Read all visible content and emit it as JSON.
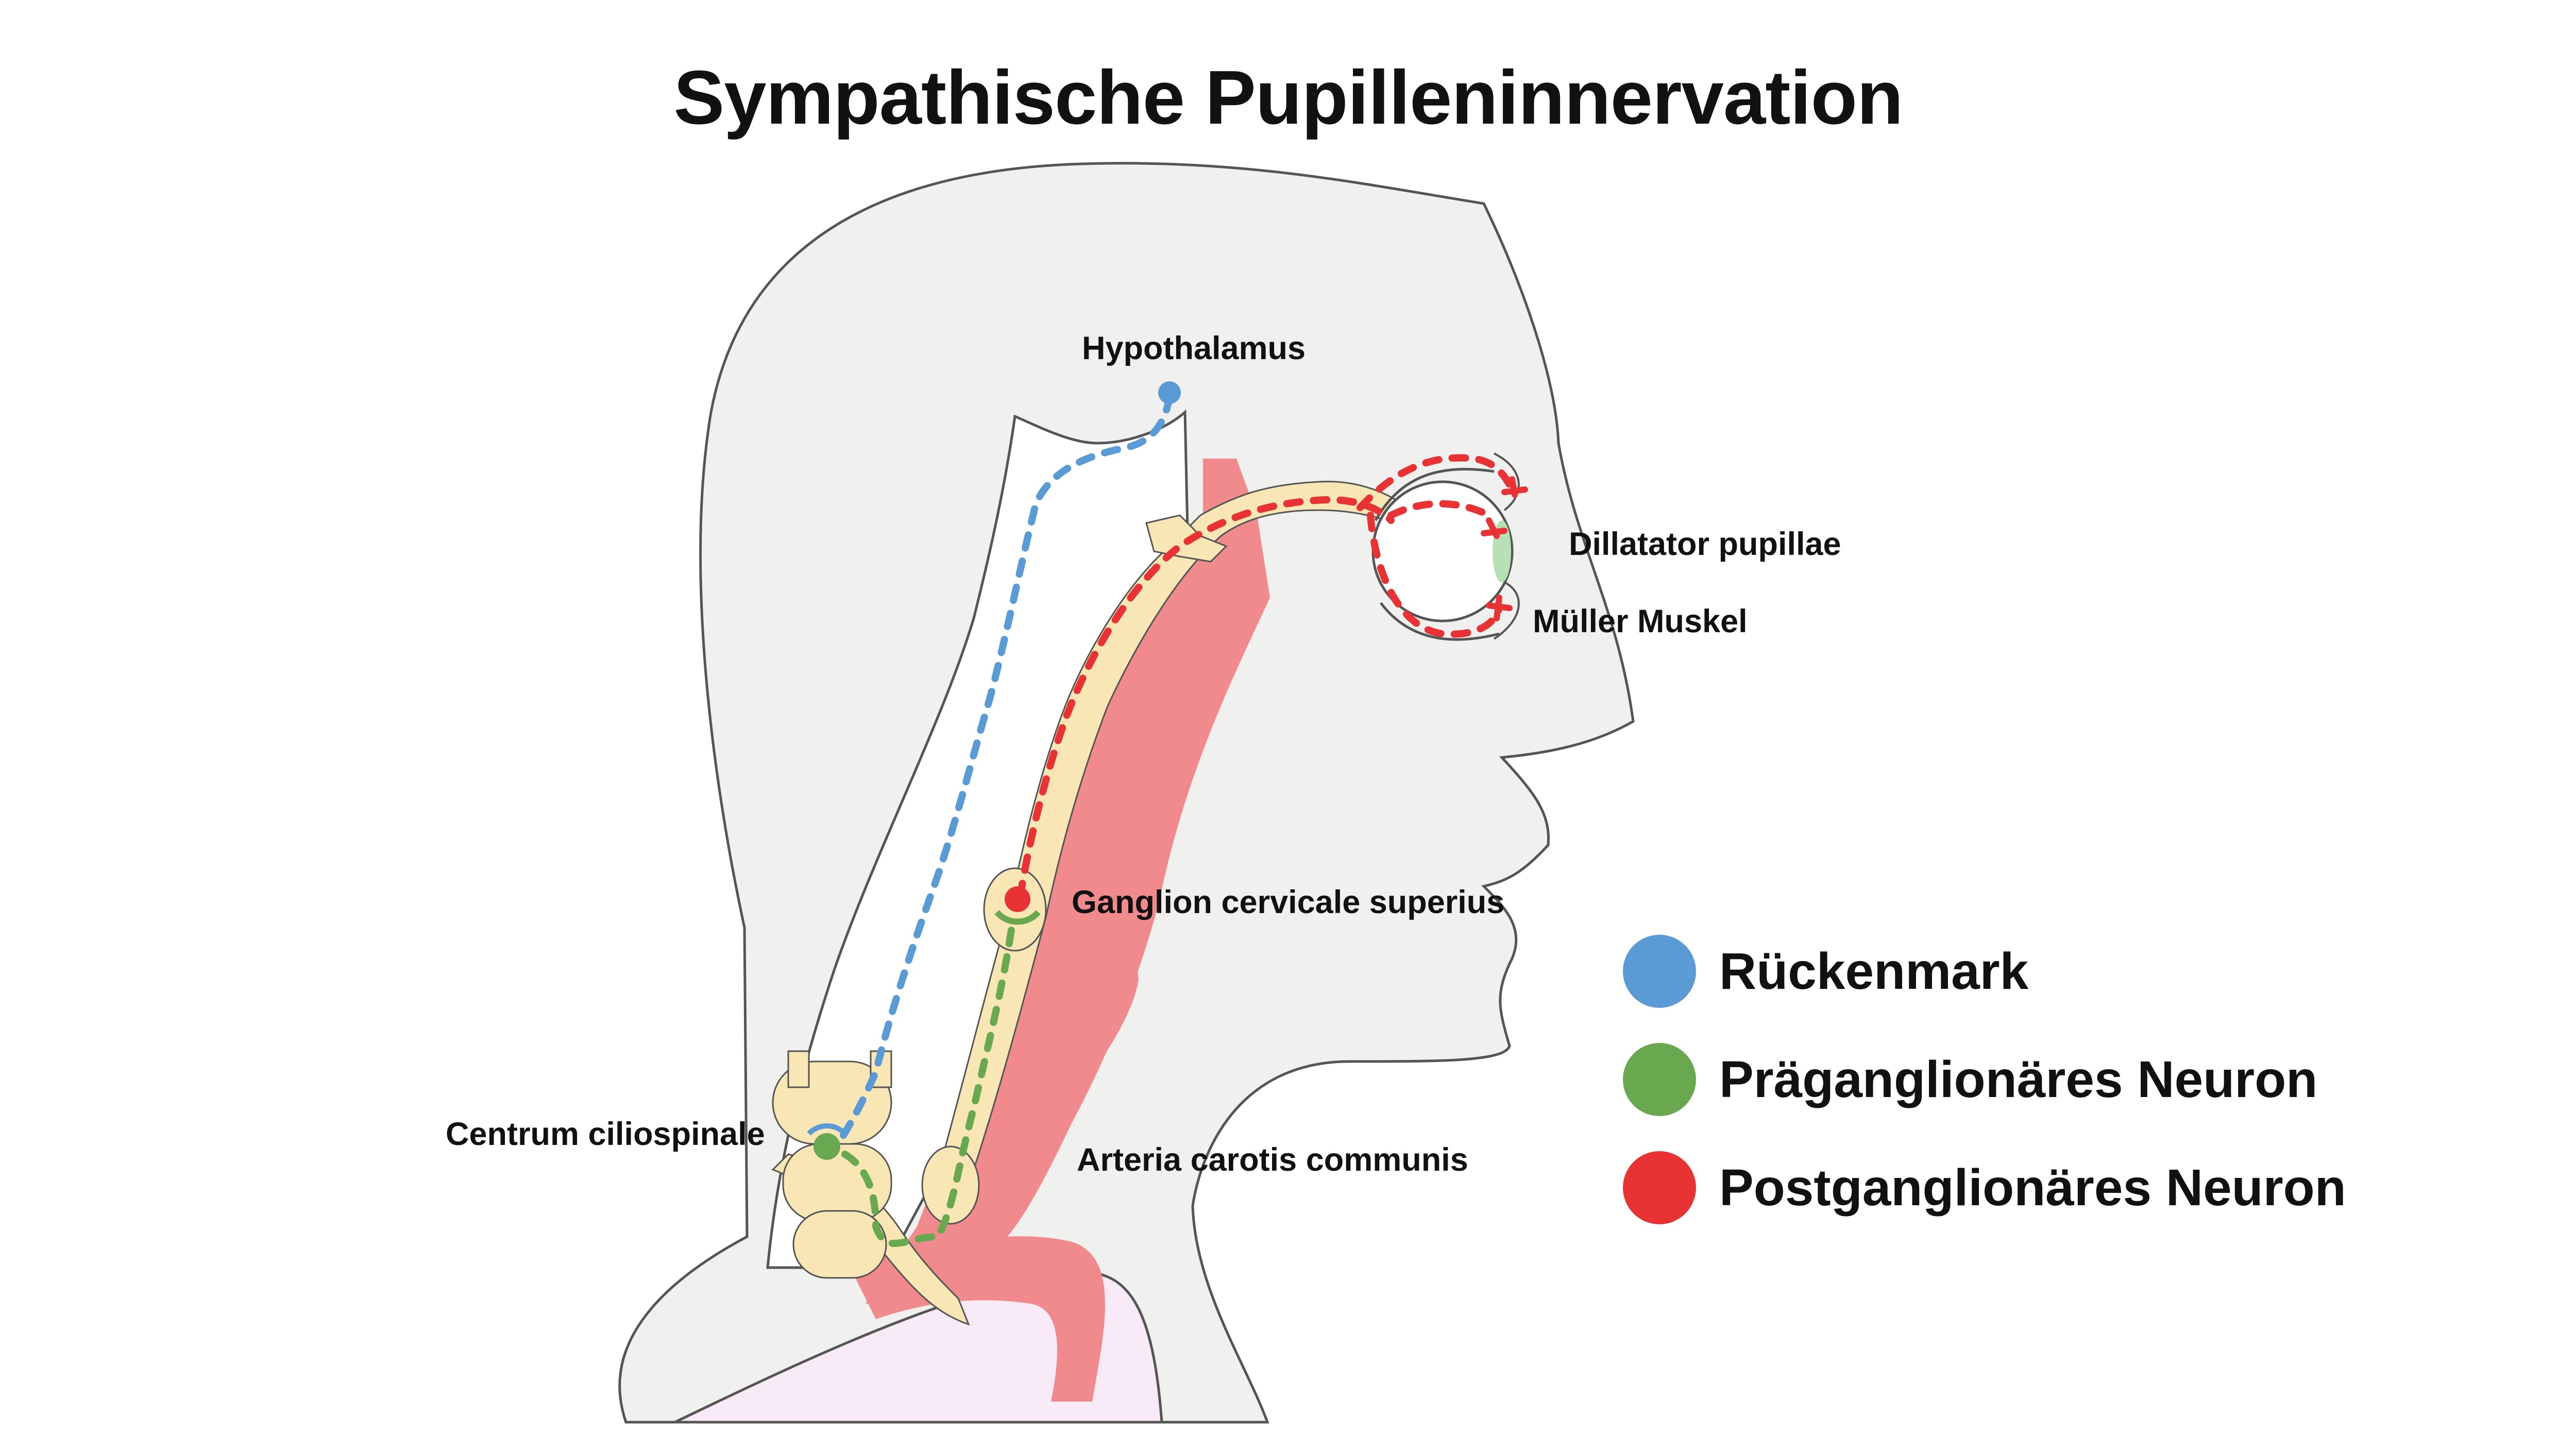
{
  "title": "Sympathische Pupilleninnervation",
  "labels": {
    "hypothalamus": "Hypothalamus",
    "dilatator": "Dillatator pupillae",
    "mueller": "Müller Muskel",
    "ganglion": "Ganglion cervicale superius",
    "centrum": "Centrum ciliospinale",
    "arteria": "Arteria carotis communis"
  },
  "legend": [
    {
      "label": "Rückenmark",
      "color": "#5b9bd5"
    },
    {
      "label": "Präganglionäres Neuron",
      "color": "#6aa84f"
    },
    {
      "label": "Postganglionäres Neuron",
      "color": "#e83234"
    }
  ],
  "colors": {
    "head": "#f0f0ef",
    "spine": "#ffffff",
    "nerve": "#f8e6b5",
    "artery": "#f08a8c",
    "shoulder": "#f8ebf7",
    "outline": "#555555",
    "blue": "#5b9bd5",
    "green": "#6aa84f",
    "red": "#e83234"
  }
}
